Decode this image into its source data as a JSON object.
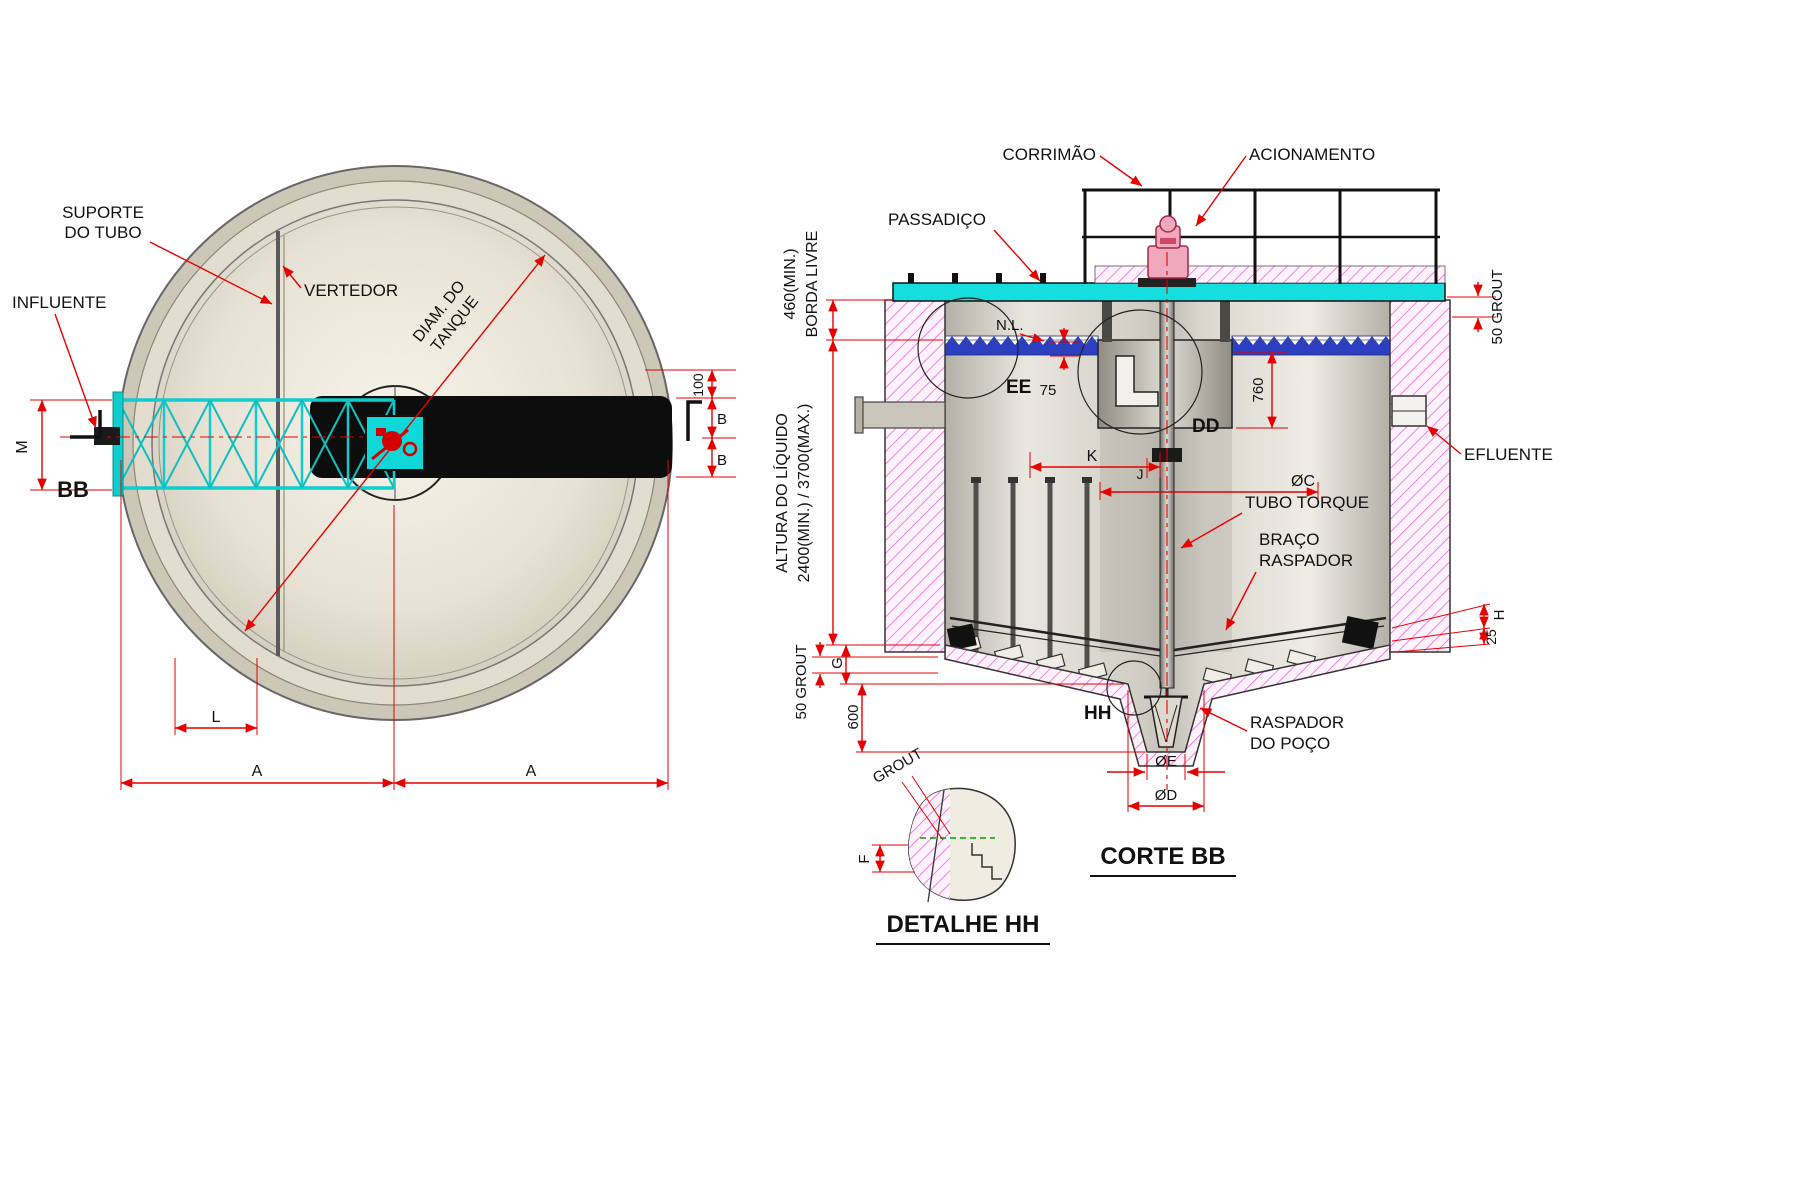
{
  "plan": {
    "suporte_line1": "SUPORTE",
    "suporte_line2": "DO TUBO",
    "influente": "INFLUENTE",
    "vertedor": "VERTEDOR",
    "diam_line1": "DIAM. DO",
    "diam_line2": "TANQUE",
    "dim_m": "M",
    "section_mark": "BB",
    "dim_100": "100",
    "dim_b_upper": "B",
    "dim_b_lower": "B",
    "dim_l": "L",
    "dim_a_left": "A",
    "dim_a_right": "A"
  },
  "section": {
    "corrimao": "CORRIMÃO",
    "acionamento": "ACIONAMENTO",
    "passadico": "PASSADIÇO",
    "borda_livre_line1": "460(MIN.)",
    "borda_livre_line2": "BORDA LIVRE",
    "nivel_liquido": "N.L.",
    "detail_ee": "EE",
    "dim_75": "75",
    "dim_760": "760",
    "detail_dd": "DD",
    "efluente": "EFLUENTE",
    "altura_line1": "ALTURA DO LÍQUIDO",
    "altura_line2": "2400(MIN.) / 3700(MAX.)",
    "dim_k": "K",
    "dim_j": "J",
    "dim_oc": "ØC",
    "tubo_torque": "TUBO TORQUE",
    "braco_line1": "BRAÇO",
    "braco_line2": "RASPADOR",
    "dim_h": "H",
    "dim_25": "25",
    "grout_left": "50 GROUT",
    "dim_g": "G",
    "dim_600": "600",
    "grout_right": "50 GROUT",
    "detail_hh": "HH",
    "raspador_line1": "RASPADOR",
    "raspador_line2": "DO POÇO",
    "dim_oe": "ØE",
    "dim_od": "ØD",
    "title": "CORTE BB"
  },
  "detail_hh": {
    "grout": "GROUT",
    "dim_f": "F",
    "title": "DETALHE HH"
  },
  "colors": {
    "dimension_red": "#e60000",
    "walkway_cyan": "#15dede",
    "hatch_magenta": "#ee5fd4",
    "weir_blue": "#2b3fc0",
    "drive_pink": "#f0a8bc",
    "tank_beige": "#ddd8ca"
  }
}
